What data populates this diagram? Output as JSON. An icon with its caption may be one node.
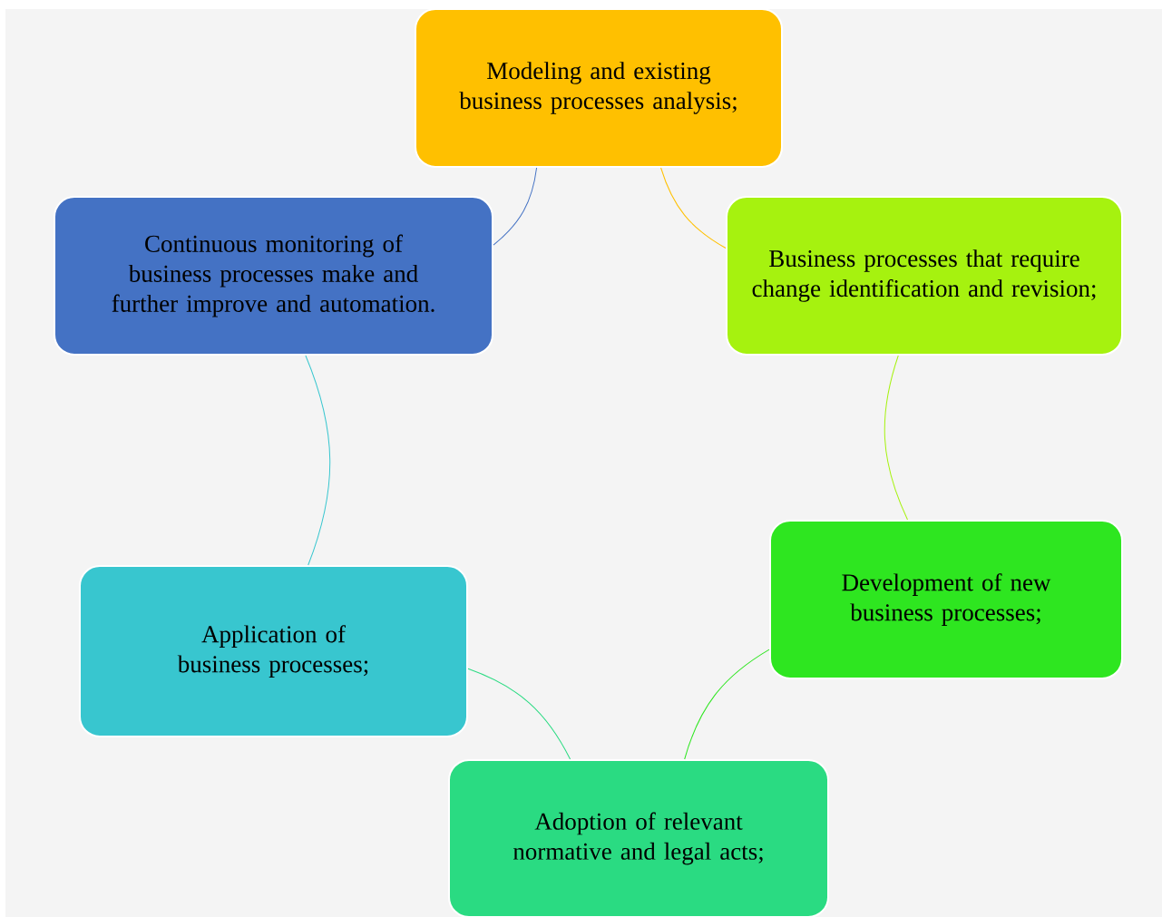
{
  "diagram": {
    "nodes": [
      {
        "text": [
          "Modeling and existing business processes analysis;"
        ]
      },
      {
        "text": [
          "Business processes that require change identification and revision;"
        ]
      },
      {
        "text": [
          "Development of new business processes;"
        ]
      },
      {
        "text": [
          "Adoption of relevant normative and legal acts;"
        ]
      },
      {
        "text": [
          "Application of business processes;"
        ]
      },
      {
        "text": [
          "Continuous monitoring of business processes make and further improve and automation."
        ]
      }
    ],
    "edges": [
      {
        "from": 0,
        "to": 1,
        "arrow": "none",
        "color": "#ffc000"
      },
      {
        "from": 1,
        "to": 2,
        "arrow": "none",
        "color": "#a6f20f"
      },
      {
        "from": 2,
        "to": 3,
        "arrow": "none",
        "color": "#2ee620"
      },
      {
        "from": 3,
        "to": 4,
        "arrow": "none",
        "color": "#2adb82"
      },
      {
        "from": 4,
        "to": 5,
        "arrow": "none",
        "color": "#38c6cf"
      },
      {
        "from": 5,
        "to": 0,
        "arrow": "none",
        "color": "#4472c4"
      }
    ]
  }
}
